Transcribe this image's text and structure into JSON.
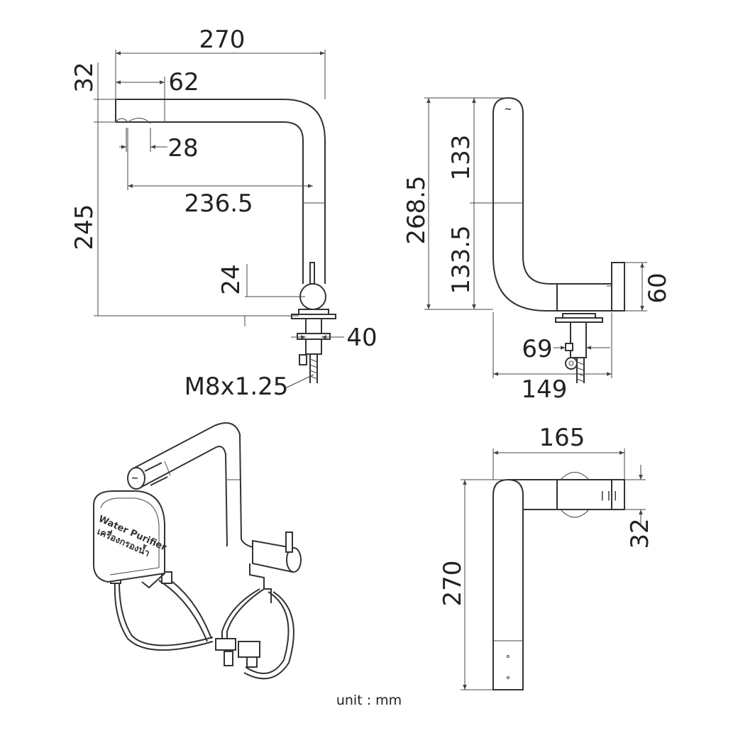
{
  "colors": {
    "line": "#333333",
    "text": "#222222",
    "background": "#ffffff"
  },
  "front_view": {
    "dims": {
      "total_width": "270",
      "spout_end_height": "32",
      "spout_tip_length": "62",
      "tip_hole": "28",
      "reach": "236.5",
      "total_height": "245",
      "lever_height": "24",
      "base_diameter": "40",
      "thread": "M8x1.25"
    }
  },
  "side_view": {
    "dims": {
      "total_height": "268.5",
      "upper_height": "133",
      "lower_height": "133.5",
      "body_height": "60",
      "shank_offset": "69",
      "total_depth": "149"
    }
  },
  "top_view": {
    "dims": {
      "total_width": "165",
      "body_width": "32",
      "total_length": "270"
    }
  },
  "iso_view": {
    "label_en": "Water Purifier",
    "label_th": "เครื่องกรองน้ำ"
  },
  "unit_note": "unit : mm"
}
